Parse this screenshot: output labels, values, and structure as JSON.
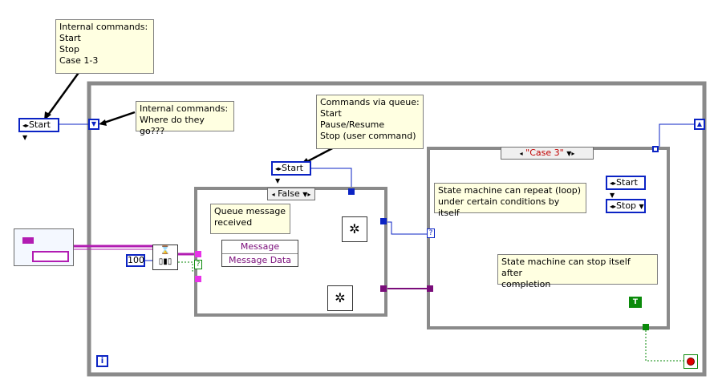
{
  "notes": {
    "internal_top": "Internal commands:\nStart\nStop\nCase 1-3",
    "internal_where": "Internal commands:\nWhere do they go???",
    "commands_queue": "Commands via queue:\nStart\nPause/Resume\nStop (user command)",
    "queue_received": "Queue message\nreceived",
    "repeat": "State machine can repeat (loop)\nunder certain conditions by itself",
    "stop_itself": "State machine can stop itself after\ncompletion"
  },
  "constants": {
    "enum_start_left": "Start",
    "enum_start_queue": "Start",
    "enum_start_inner": "Start",
    "enum_stop_inner": "Stop",
    "timeout": "100",
    "bool_true": "T",
    "loop_index": "i"
  },
  "case_structures": {
    "inner_selector": "False",
    "state_selector": "\"Case 3\""
  },
  "unbundle": {
    "message": "Message",
    "message_data": "Message Data"
  },
  "colors": {
    "enum_wire": "#0b23c4",
    "cluster_wire": "#b21cb2",
    "bool_wire": "#0a8a0a",
    "frame": "#8a8a8a"
  }
}
